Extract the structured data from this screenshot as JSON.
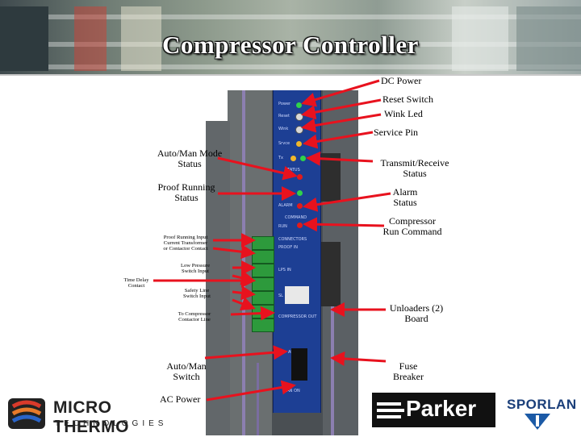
{
  "title": "Compressor Controller",
  "labels": {
    "dc_power": "DC   Power",
    "reset_switch": "Reset Switch",
    "wink_led": "Wink Led",
    "service_pin": "Service Pin",
    "auto_man_mode_status": [
      "Auto/Man Mode",
      "Status"
    ],
    "transmit_receive_status": [
      "Transmit/Receive",
      "Status"
    ],
    "proof_running_status": [
      "Proof Running",
      "Status"
    ],
    "alarm_status": [
      "Alarm",
      "Status"
    ],
    "compressor_run_command": [
      "Compressor",
      "Run Command"
    ],
    "proof_running_input": [
      "Proof Running Input",
      "Current Transformer",
      "or Contactor Contact"
    ],
    "low_pressure_switch_input": [
      "Low Pressure",
      "Switch Input"
    ],
    "time_delay_contact": [
      "Time Delay",
      "Contact"
    ],
    "safety_line_switch_input": [
      "Safety Line",
      "Switch Input"
    ],
    "unloaders_board": [
      "Unloaders (2)",
      "Board"
    ],
    "to_compressor_contactor_line": [
      "To Compressor",
      "Contactor Line"
    ],
    "auto_man_switch": [
      "Auto/Man",
      "Switch"
    ],
    "fuse_breaker": [
      "Fuse",
      "Breaker"
    ],
    "ac_power": "AC   Power"
  },
  "board_labels": [
    "Power",
    "Reset",
    "Wink",
    "Srvce",
    "Tx",
    "STATUS",
    "ALARM",
    "COMMAND",
    "RUN",
    "CONNECTORS",
    "PROOF IN",
    "LPS IN",
    "SL IN",
    "COMPRESSOR OUT",
    "AUTO",
    "MAN ON"
  ],
  "logos": {
    "micro_thermo": {
      "line1": "MICRO THERMO",
      "line2": "TECHNOLOGIES"
    },
    "parker": "Parker",
    "sporlan": "SPORLAN"
  },
  "colors": {
    "arrow": "#e8121e",
    "board_blue": "#1d3f94",
    "led_green": "#2fd24a",
    "led_red": "#e21b1b",
    "led_amber": "#f1b72a",
    "terminal_green": "#2d9a3c",
    "parker_black": "#111111",
    "sporlan_blue": "#1b5aa6"
  }
}
